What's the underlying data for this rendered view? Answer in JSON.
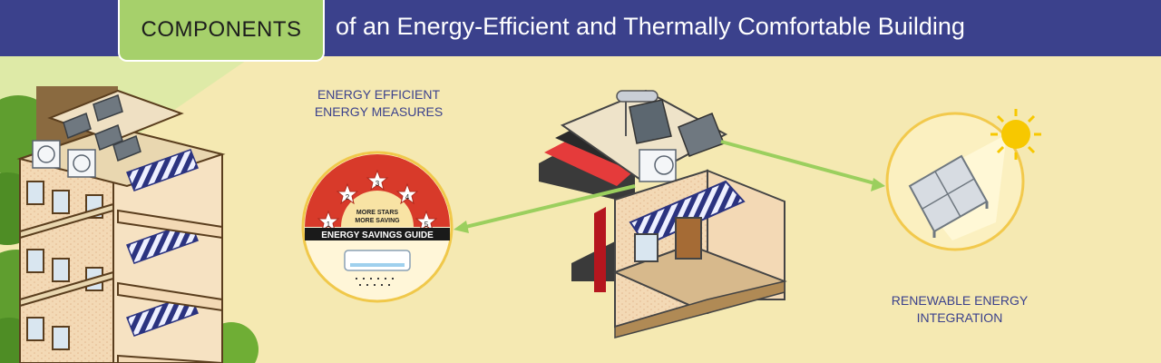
{
  "header": {
    "badge": "COMPONENTS",
    "title": "of an Energy-Efficient and Thermally Comfortable Building"
  },
  "labels": {
    "efficient_line1": "ENERGY EFFICIENT",
    "efficient_line2": "ENERGY MEASURES",
    "renewable_line1": "RENEWABLE ENERGY",
    "renewable_line2": "INTEGRATION"
  },
  "energy_label": {
    "tagline_1": "MORE STARS",
    "tagline_2": "MORE SAVING",
    "banner": "ENERGY SAVINGS GUIDE",
    "stars": [
      "1",
      "2",
      "3",
      "4",
      "5"
    ]
  },
  "colors": {
    "header_bg": "#3b418c",
    "badge_bg": "#a6d06b",
    "background": "#f5e9b2",
    "arrow": "#9bcf5e",
    "star_field": "#d83a2a",
    "sun": "#f7c800"
  }
}
